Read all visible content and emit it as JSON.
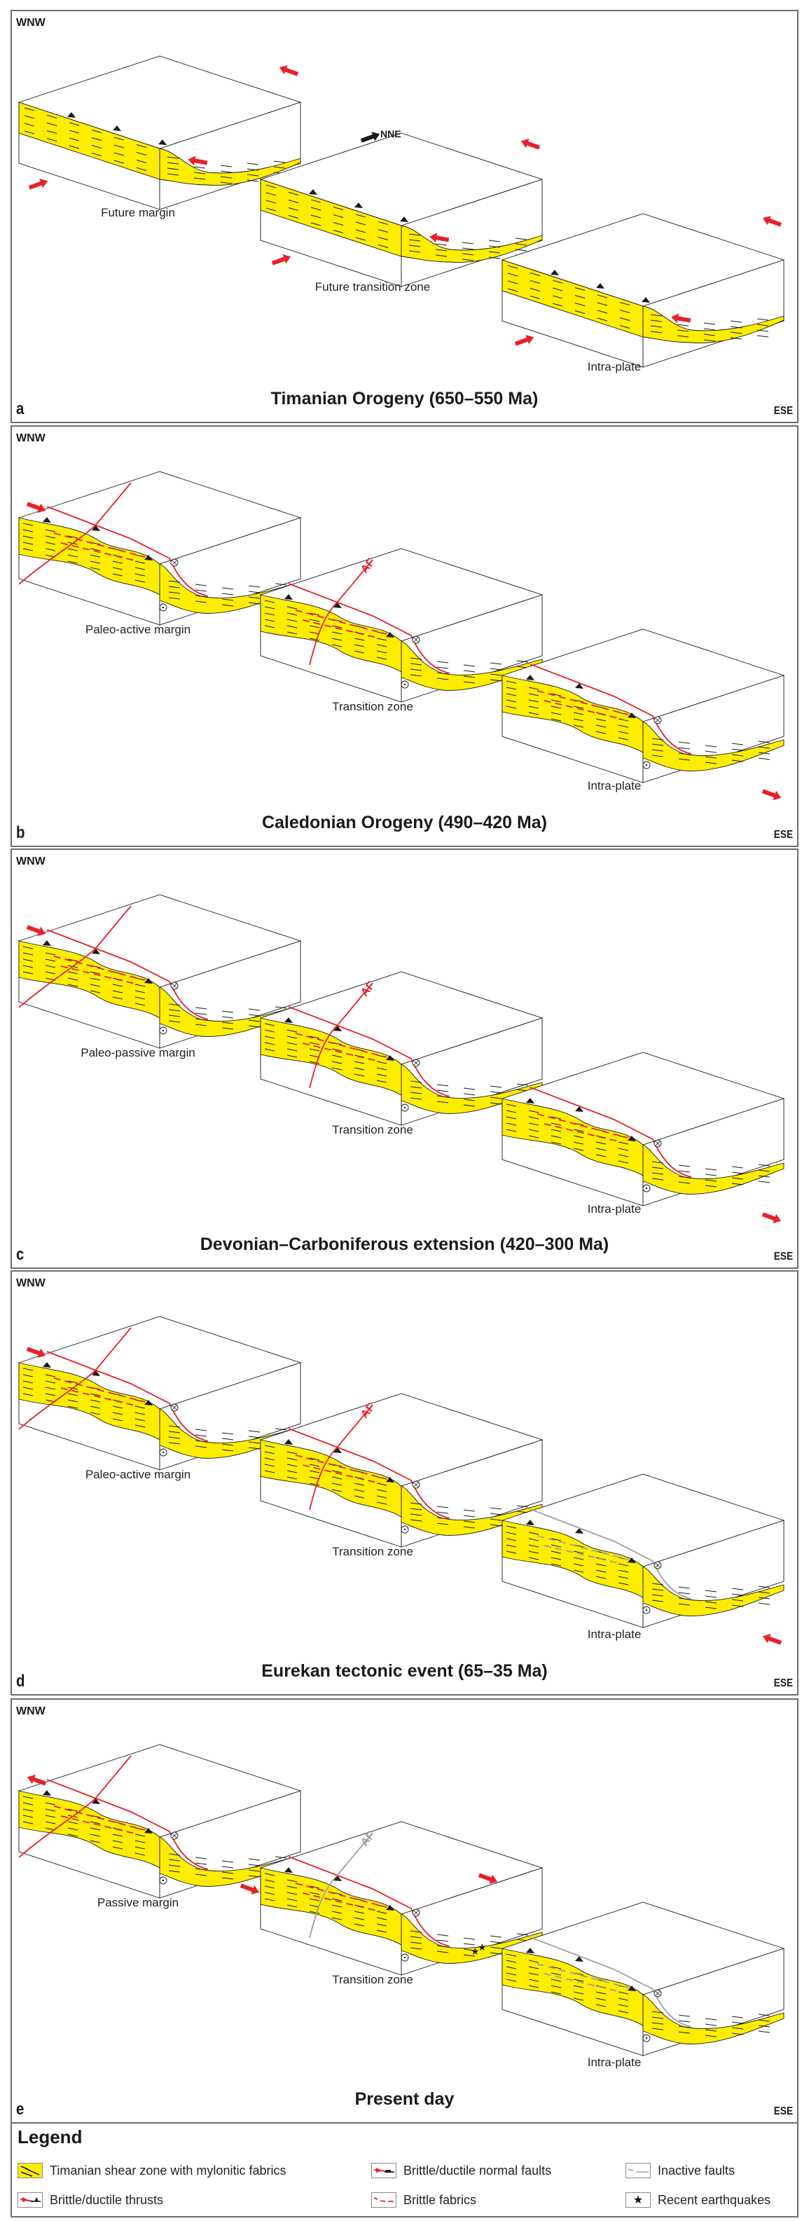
{
  "figure": {
    "orientation_left": "WNW",
    "orientation_right": "ESE",
    "north_indicator": "NNE",
    "colors": {
      "shear_zone_fill": "#ffed00",
      "active_fault": "#e8202a",
      "inactive_fault": "#a0a0a0",
      "outline": "#1a1a1a",
      "panel_border": "#6e6e6e"
    },
    "panels": [
      {
        "letter": "a",
        "title": "Timanian Orogeny (650–550 Ma)",
        "stage": "timanian",
        "blocks": [
          {
            "label": "Future margin"
          },
          {
            "label": "Future transition zone"
          },
          {
            "label": "Intra-plate"
          }
        ]
      },
      {
        "letter": "b",
        "title": "Caledonian Orogeny (490–420 Ma)",
        "stage": "caledonian",
        "blocks": [
          {
            "label": "Paleo-active margin"
          },
          {
            "label": "Transition zone",
            "fault_label": "AF"
          },
          {
            "label": "Intra-plate"
          }
        ]
      },
      {
        "letter": "c",
        "title": "Devonian–Carboniferous extension (420–300 Ma)",
        "stage": "devonian",
        "blocks": [
          {
            "label": "Paleo-passive margin"
          },
          {
            "label": "Transition zone",
            "fault_label": "AF"
          },
          {
            "label": "Intra-plate"
          }
        ]
      },
      {
        "letter": "d",
        "title": "Eurekan tectonic event (65–35 Ma)",
        "stage": "eurekan",
        "blocks": [
          {
            "label": "Paleo-active margin"
          },
          {
            "label": "Transition zone",
            "fault_label": "AF"
          },
          {
            "label": "Intra-plate"
          }
        ]
      },
      {
        "letter": "e",
        "title": "Present day",
        "stage": "present",
        "blocks": [
          {
            "label": "Passive margin"
          },
          {
            "label": "Transition zone",
            "fault_label": "AF"
          },
          {
            "label": "Intra-plate"
          }
        ]
      }
    ]
  },
  "legend": {
    "title": "Legend",
    "items": [
      {
        "icon": "shear-zone-swatch",
        "label": "Timanian shear zone with mylonitic fabrics"
      },
      {
        "icon": "normal-fault-swatch",
        "label": "Brittle/ductile normal faults"
      },
      {
        "icon": "inactive-fault-swatch",
        "label": "Inactive faults"
      },
      {
        "icon": "thrust-swatch",
        "label": "Brittle/ductile thrusts"
      },
      {
        "icon": "brittle-fabric-swatch",
        "label": "Brittle fabrics"
      },
      {
        "icon": "earthquake-star-swatch",
        "label": "Recent earthquakes"
      }
    ]
  }
}
